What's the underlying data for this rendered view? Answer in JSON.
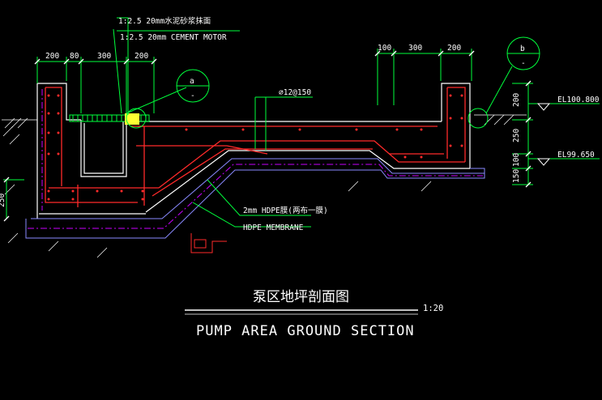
{
  "notes": {
    "mortar_cn": "1:2.5 20mm水泥砂浆抹面",
    "mortar_en": "1:2.5 20mm CEMENT MOTOR",
    "rebar": "⌀12@150",
    "hdpe_cn": "2mm HDPE膜(两布一膜)",
    "hdpe_en": "HDPE MEMBRANE"
  },
  "dims_top_left": [
    "200",
    "80",
    "300",
    "200"
  ],
  "dims_top_right": [
    "100",
    "300",
    "200"
  ],
  "dims_right": [
    "200",
    "250",
    "100",
    "150"
  ],
  "dim_left": "250",
  "elevations": {
    "el_top": "EL100.800",
    "el_bottom": "EL99.650"
  },
  "detail_tags": {
    "a_letter": "a",
    "a_sub": "-",
    "b_letter": "b",
    "b_sub": "-"
  },
  "title": {
    "cn": "泵区地坪剖面图",
    "en": "PUMP AREA GROUND SECTION",
    "scale": "1:20"
  },
  "colors": {
    "background": "#000000",
    "concrete": "#ffffff",
    "rebar": "#ff2a2a",
    "dimension": "#00ff3c",
    "membrane": "#c800ff",
    "gravel": "#2f6cff",
    "slab_edge": "#8a8aff"
  }
}
